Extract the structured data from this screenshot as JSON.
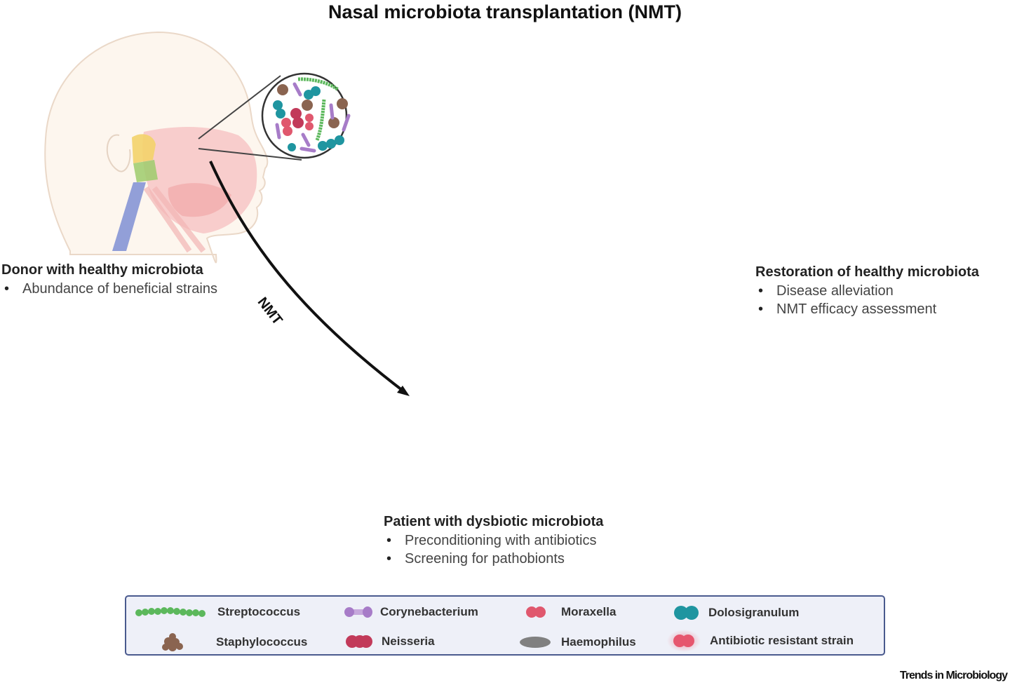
{
  "title": "Nasal microbiota transplantation (NMT)",
  "arrow_label": "NMT",
  "panels": {
    "donor": {
      "heading": "Donor with healthy microbiota",
      "bullets": [
        "Abundance of beneficial strains"
      ]
    },
    "patient": {
      "heading": "Patient with dysbiotic microbiota",
      "bullets": [
        "Preconditioning with antibiotics",
        "Screening for pathobionts"
      ]
    },
    "restoration": {
      "heading": "Restoration of healthy microbiota",
      "bullets": [
        "Disease alleviation",
        "NMT efficacy assessment"
      ]
    }
  },
  "legend": {
    "items": [
      {
        "label": "Streptococcus",
        "icon": "streptococcus-chain-icon",
        "color": "#5cb85c"
      },
      {
        "label": "Corynebacterium",
        "icon": "corynebacterium-rod-icon",
        "color": "#a77cc8"
      },
      {
        "label": "Moraxella",
        "icon": "moraxella-diplococcus-icon",
        "color": "#e0586e"
      },
      {
        "label": "Dolosigranulum",
        "icon": "dolosigranulum-diplococcus-icon",
        "color": "#1f95a0"
      },
      {
        "label": "Staphylococcus",
        "icon": "staphylococcus-cluster-icon",
        "color": "#8a6450"
      },
      {
        "label": "Neisseria",
        "icon": "neisseria-diplococcus-icon",
        "color": "#c23a5a"
      },
      {
        "label": "Haemophilus",
        "icon": "haemophilus-rod-icon",
        "color": "#808080"
      },
      {
        "label": "Antibiotic resistant strain",
        "icon": "antibiotic-resistant-strain-icon",
        "color": "#e6566e"
      }
    ]
  },
  "credit": "Trends in Microbiology"
}
